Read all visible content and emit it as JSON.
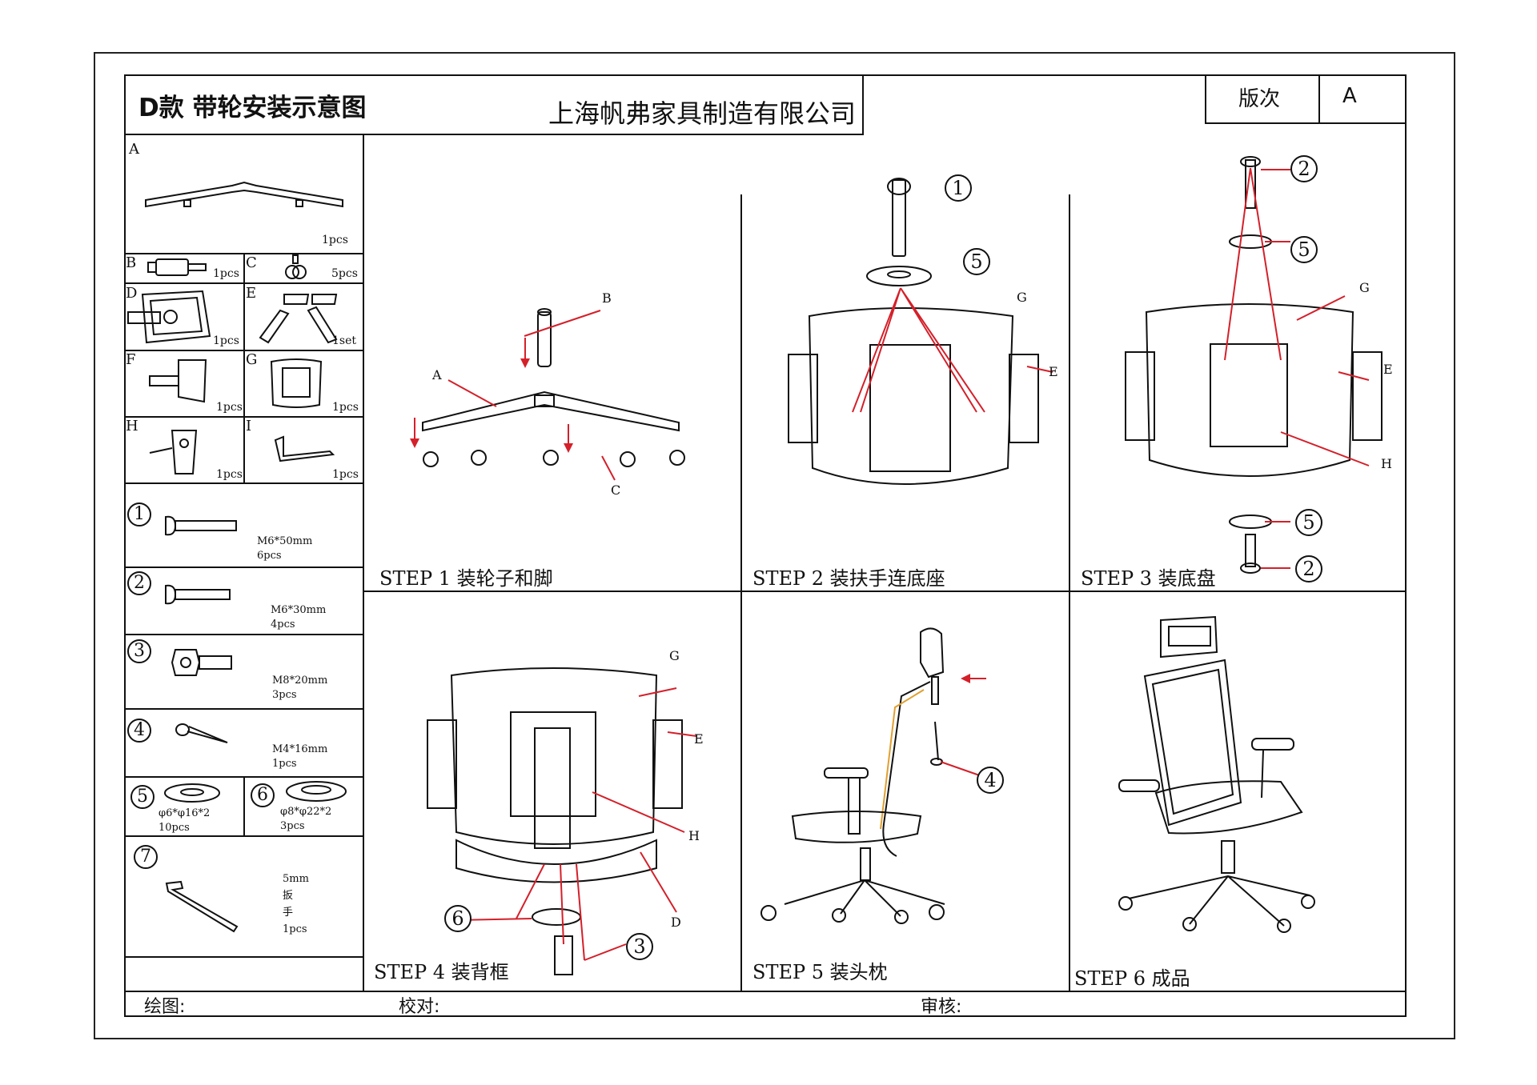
{
  "title_left": "D款 带轮安装示意图",
  "title_right": "上海帆弗家具制造有限公司",
  "revision": {
    "label": "版次",
    "value": "A"
  },
  "parts": [
    {
      "letter": "A",
      "qty": "1pcs"
    },
    {
      "letter": "B",
      "qty": "1pcs"
    },
    {
      "letter": "C",
      "qty": "5pcs"
    },
    {
      "letter": "D",
      "qty": "1pcs"
    },
    {
      "letter": "E",
      "qty": "1set"
    },
    {
      "letter": "F",
      "qty": "1pcs"
    },
    {
      "letter": "G",
      "qty": "1pcs"
    },
    {
      "letter": "H",
      "qty": "1pcs"
    },
    {
      "letter": "I",
      "qty": "1pcs"
    }
  ],
  "hardware": [
    {
      "num": "1",
      "spec": "M6*50mm",
      "qty": "6pcs"
    },
    {
      "num": "2",
      "spec": "M6*30mm",
      "qty": "4pcs"
    },
    {
      "num": "3",
      "spec": "M8*20mm",
      "qty": "3pcs"
    },
    {
      "num": "4",
      "spec": "M4*16mm",
      "qty": "1pcs"
    },
    {
      "num": "5",
      "spec": "φ6*φ16*2",
      "qty": "10pcs"
    },
    {
      "num": "6",
      "spec": "φ8*φ22*2",
      "qty": "3pcs"
    },
    {
      "num": "7",
      "spec_lines": [
        "5mm",
        "扳",
        "手",
        "1pcs"
      ]
    }
  ],
  "steps": [
    {
      "label": "STEP 1 装轮子和脚"
    },
    {
      "label": "STEP 2 装扶手连底座"
    },
    {
      "label": "STEP 3 装底盘"
    },
    {
      "label": "STEP 4 装背框"
    },
    {
      "label": "STEP 5 装头枕"
    },
    {
      "label": "STEP 6 成品"
    }
  ],
  "callouts": {
    "A": "A",
    "B": "B",
    "C": "C",
    "D": "D",
    "E": "E",
    "G": "G",
    "H": "H",
    "n1": "1",
    "n2": "2",
    "n3": "3",
    "n4": "4",
    "n5": "5",
    "n6": "6"
  },
  "footer": {
    "draw": "绘图:",
    "check": "校对:",
    "review": "审核:"
  },
  "colors": {
    "line": "#111111",
    "arrow": "#d4202a",
    "accent": "#e0a030"
  }
}
